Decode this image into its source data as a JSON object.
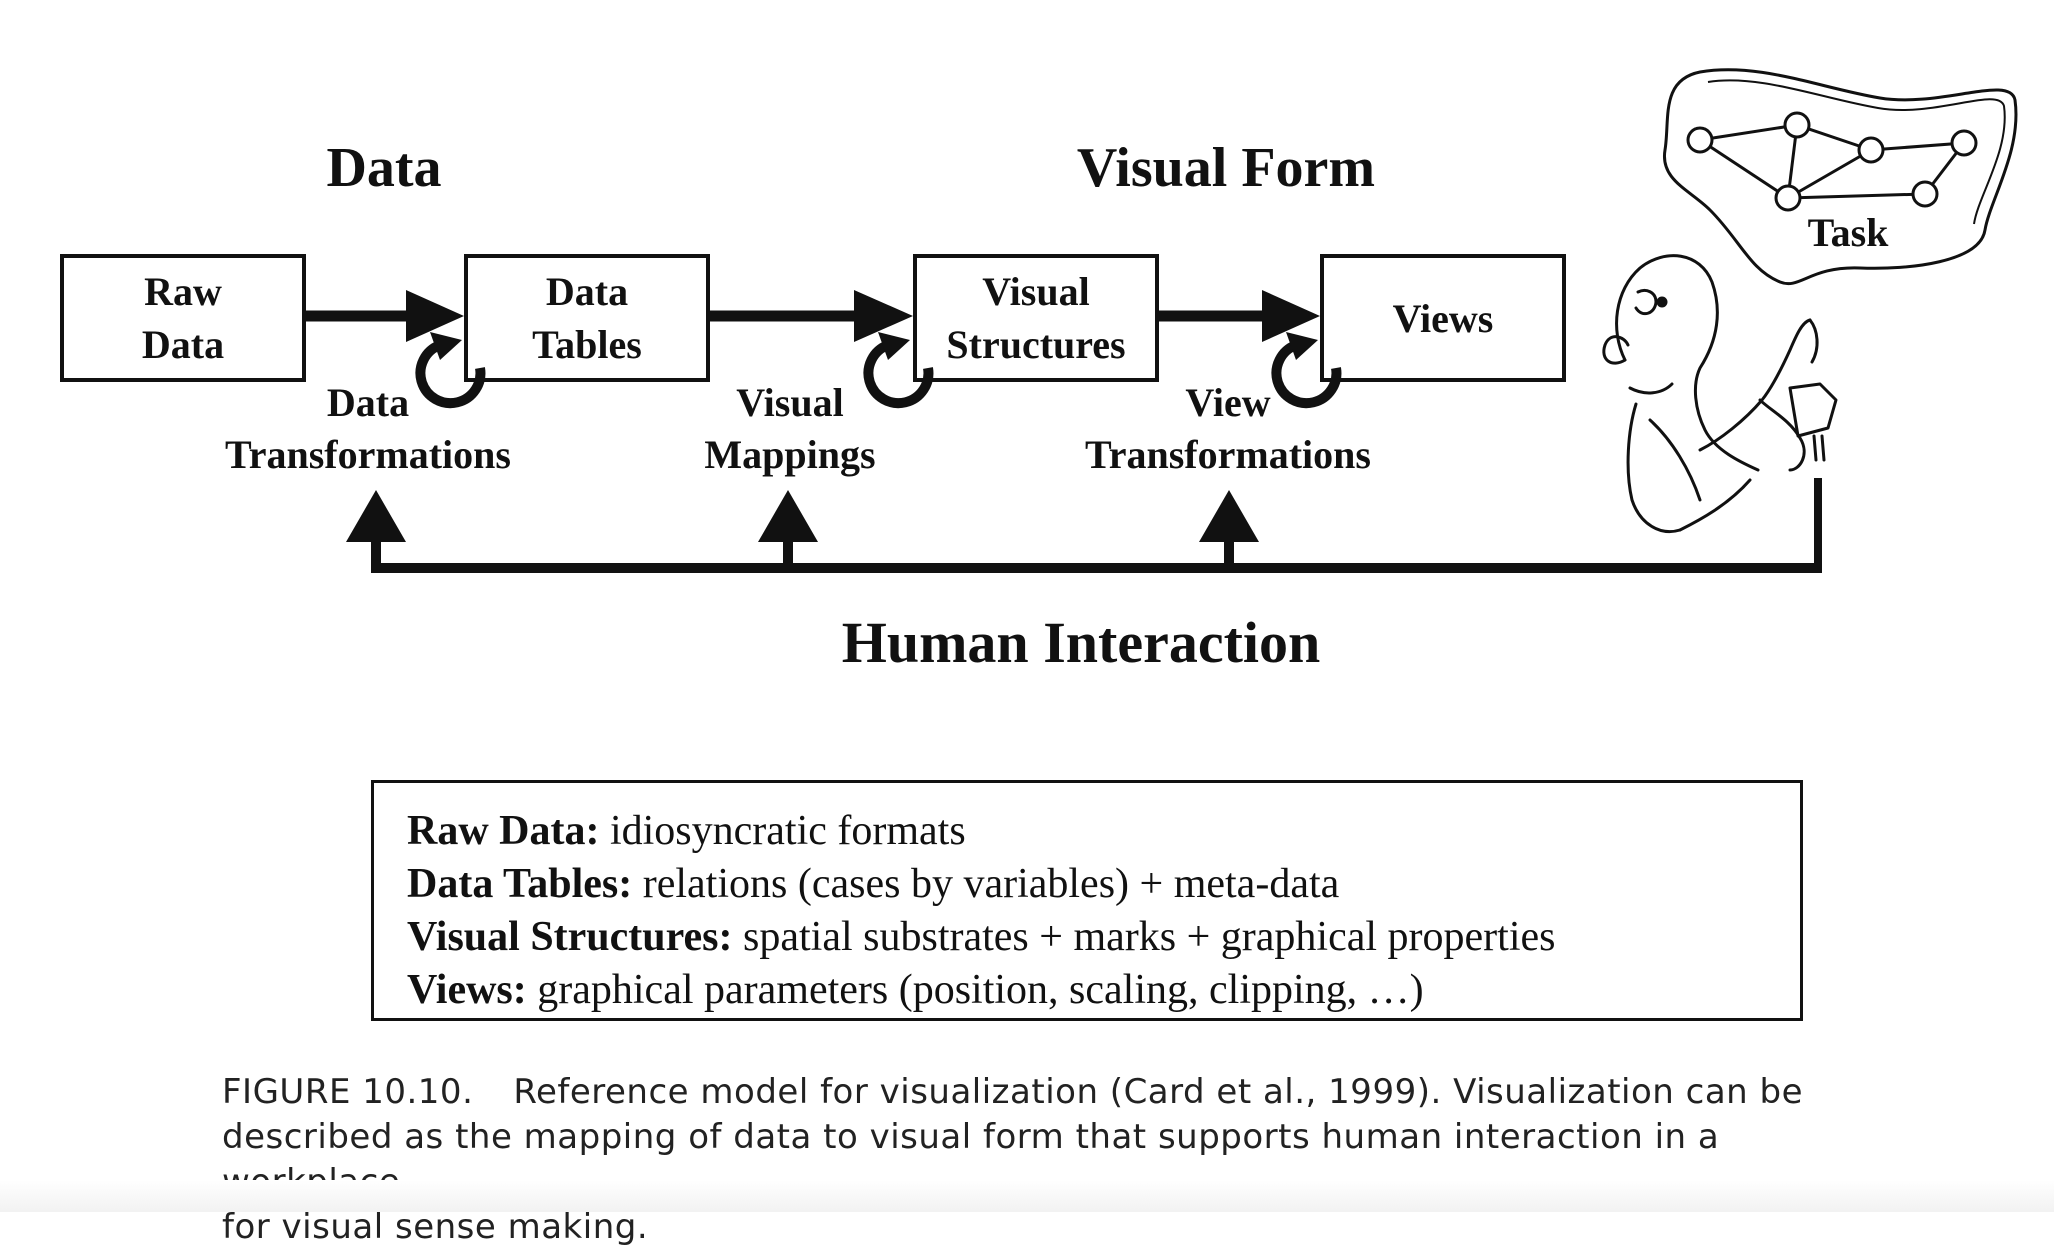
{
  "diagram": {
    "header_data": "Data",
    "header_visual_form": "Visual Form",
    "boxes": {
      "raw_data": [
        "Raw",
        "Data"
      ],
      "data_tables": [
        "Data",
        "Tables"
      ],
      "visual_structures": [
        "Visual",
        "Structures"
      ],
      "views": "Views"
    },
    "transitions": {
      "data_transformations": [
        "Data",
        "Transformations"
      ],
      "visual_mappings": [
        "Visual",
        "Mappings"
      ],
      "view_transformations": [
        "View",
        "Transformations"
      ]
    },
    "human_interaction": "Human Interaction",
    "task": "Task"
  },
  "legend": [
    {
      "term": "Raw Data:",
      "desc": "idiosyncratic formats"
    },
    {
      "term": "Data Tables:",
      "desc": "relations (cases by variables)  +  meta-data"
    },
    {
      "term": "Visual Structures:",
      "desc": "spatial substrates  +  marks  +  graphical properties"
    },
    {
      "term": "Views:",
      "desc": "graphical parameters (position, scaling, clipping, …)"
    }
  ],
  "caption": {
    "figure": "FIGURE 10.10.",
    "lines": [
      "Reference model for visualization (Card et al., 1999). Visualization can be",
      "described as the mapping of data to visual form that supports human interaction in a workplace",
      "for visual sense making."
    ]
  }
}
